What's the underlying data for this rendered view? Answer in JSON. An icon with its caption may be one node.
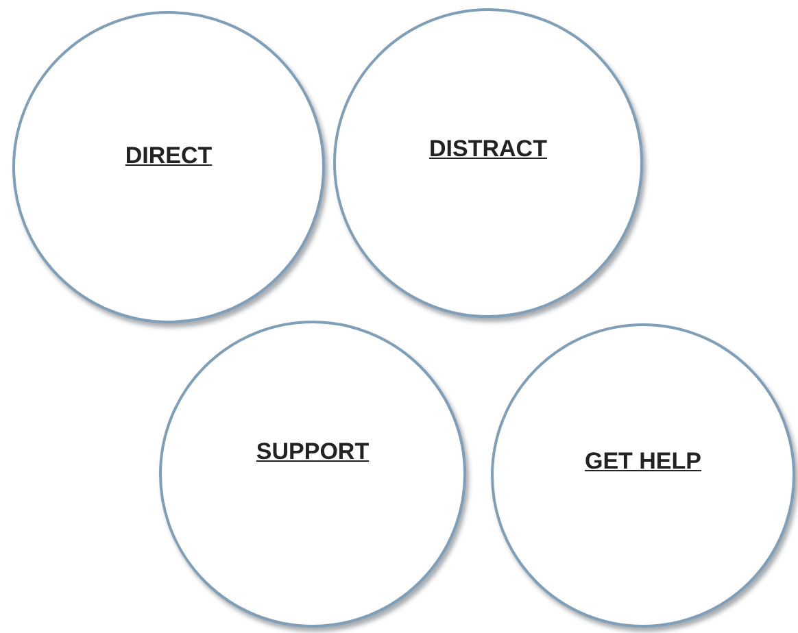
{
  "diagram": {
    "nodes": [
      {
        "text": [
          "DIRECT"
        ]
      },
      {
        "text": [
          "DISTRACT"
        ]
      },
      {
        "text": [
          "SUPPORT"
        ]
      },
      {
        "text": [
          "GET HELP"
        ]
      }
    ]
  }
}
